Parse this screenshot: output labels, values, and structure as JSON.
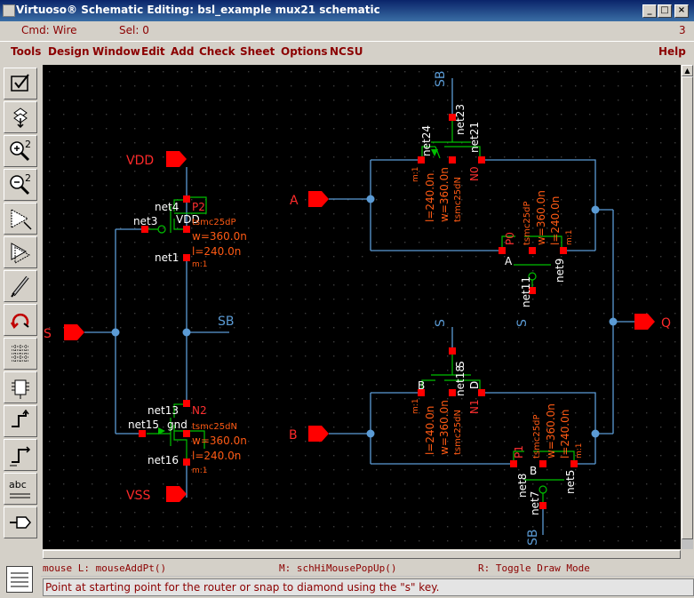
{
  "window": {
    "title": "Virtuoso® Schematic Editing: bsl_example mux21 schematic"
  },
  "status": {
    "cmd": "Cmd: Wire",
    "sel": "Sel: 0",
    "count": "3"
  },
  "menus": [
    "Tools",
    "Design",
    "Window",
    "Edit",
    "Add",
    "Check",
    "Sheet",
    "Options",
    "NCSU"
  ],
  "help_menu": "Help",
  "tools": [
    "check-save-icon",
    "descend-icon",
    "zoom-in-icon",
    "zoom-out-icon",
    "stretch-icon",
    "copy-icon",
    "wire-icon",
    "undo-icon",
    "property-icon",
    "instance-icon",
    "pin-icon",
    "wire-narrow-icon",
    "label-abc-icon",
    "pin-add-icon"
  ],
  "tool_labels": {
    "zoom_in": "2",
    "zoom_out": "2",
    "label": "abc"
  },
  "mouse": {
    "left": "mouse L: mouseAddPt()",
    "middle": "M: schHiMousePopUp()",
    "right": "R: Toggle Draw Mode"
  },
  "prompt": "Point at starting point for the router or snap to diamond using the \"s\" key.",
  "colors": {
    "wire": "#5b9bd5",
    "pin": "#ff0000",
    "device": "#00c000",
    "param": "#ff5a14",
    "grid": "#3c3c3c"
  },
  "schematic": {
    "pins": {
      "vdd": "VDD",
      "vss": "VSS",
      "s": "S",
      "a": "A",
      "b": "B",
      "q": "Q"
    },
    "inverter": {
      "p": {
        "name": "P2",
        "net_top": "net4",
        "net_gate": "net3",
        "model": "tsmc25dP",
        "bulk": "VDD",
        "w": "w=360.0n",
        "l": "l=240.0n",
        "m": "m:1",
        "net_bot": "net1"
      },
      "n": {
        "name": "N2",
        "net_top": "net13",
        "net_gate": "net15",
        "bulk": "gnd",
        "model": "tsmc25dN",
        "w": "w=360.0n",
        "l": "l=240.0n",
        "m": "m:1",
        "net_bot": "net16"
      },
      "sb": "SB"
    },
    "tg_a_n": {
      "sb": "SB",
      "net_a": "net24",
      "net_b": "net23",
      "net_c": "net21",
      "m": "m:1",
      "l": "l=240.0n",
      "w": "w=360.0n",
      "model": "tsmc25dN",
      "name": "N0"
    },
    "tg_a_p": {
      "name": "P0",
      "model": "tsmc25dP",
      "w": "w=360.0n",
      "l": "l=240.0n",
      "m": "m:1",
      "pin_a": "A",
      "net9": "net9",
      "net11": "net11",
      "s": "S"
    },
    "tg_b_n": {
      "s": "S",
      "pin_s": "S",
      "pin_b": "B",
      "net18": "net18",
      "pin_d": "D",
      "m": "m:1",
      "l": "l=240.0n",
      "w": "w=360.0n",
      "model": "tsmc25dN",
      "name": "N1"
    },
    "tg_b_p": {
      "name": "P1",
      "model": "tsmc25dP",
      "w": "w=360.0n",
      "l": "l=240.0n",
      "m": "m:1",
      "net8": "net8",
      "net7": "net7",
      "net5": "net5",
      "pin_b": "B",
      "sb": "SB"
    }
  }
}
